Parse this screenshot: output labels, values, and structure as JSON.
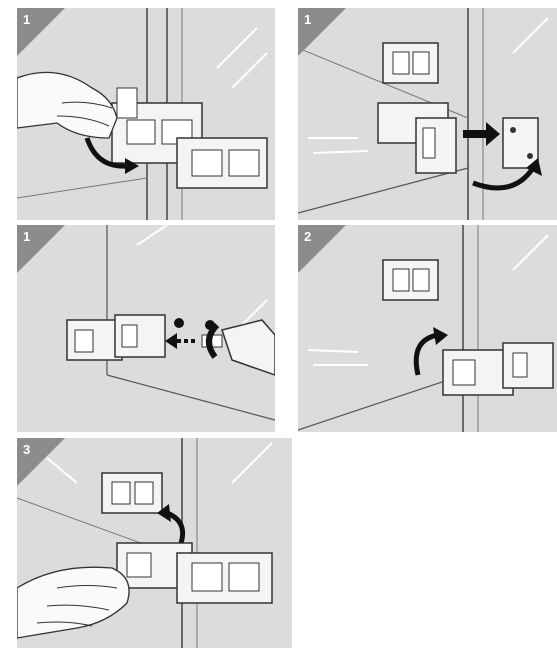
{
  "colors": {
    "panel_bg": "#dcdcdc",
    "badge_bg": "#8c8c8c",
    "line": "#3a3a3a",
    "hinge_fill": "#f4f4f4"
  },
  "steps": [
    {
      "step_label": "1",
      "illustration": "hinge-clip-off-icon"
    },
    {
      "step_label": "1",
      "illustration": "hinge-remove-from-plate-icon"
    },
    {
      "step_label": "1",
      "illustration": "hinge-screwdriver-release-icon"
    },
    {
      "step_label": "2",
      "illustration": "hinge-rotate-in-icon"
    },
    {
      "step_label": "3",
      "illustration": "hinge-clip-on-icon"
    }
  ]
}
